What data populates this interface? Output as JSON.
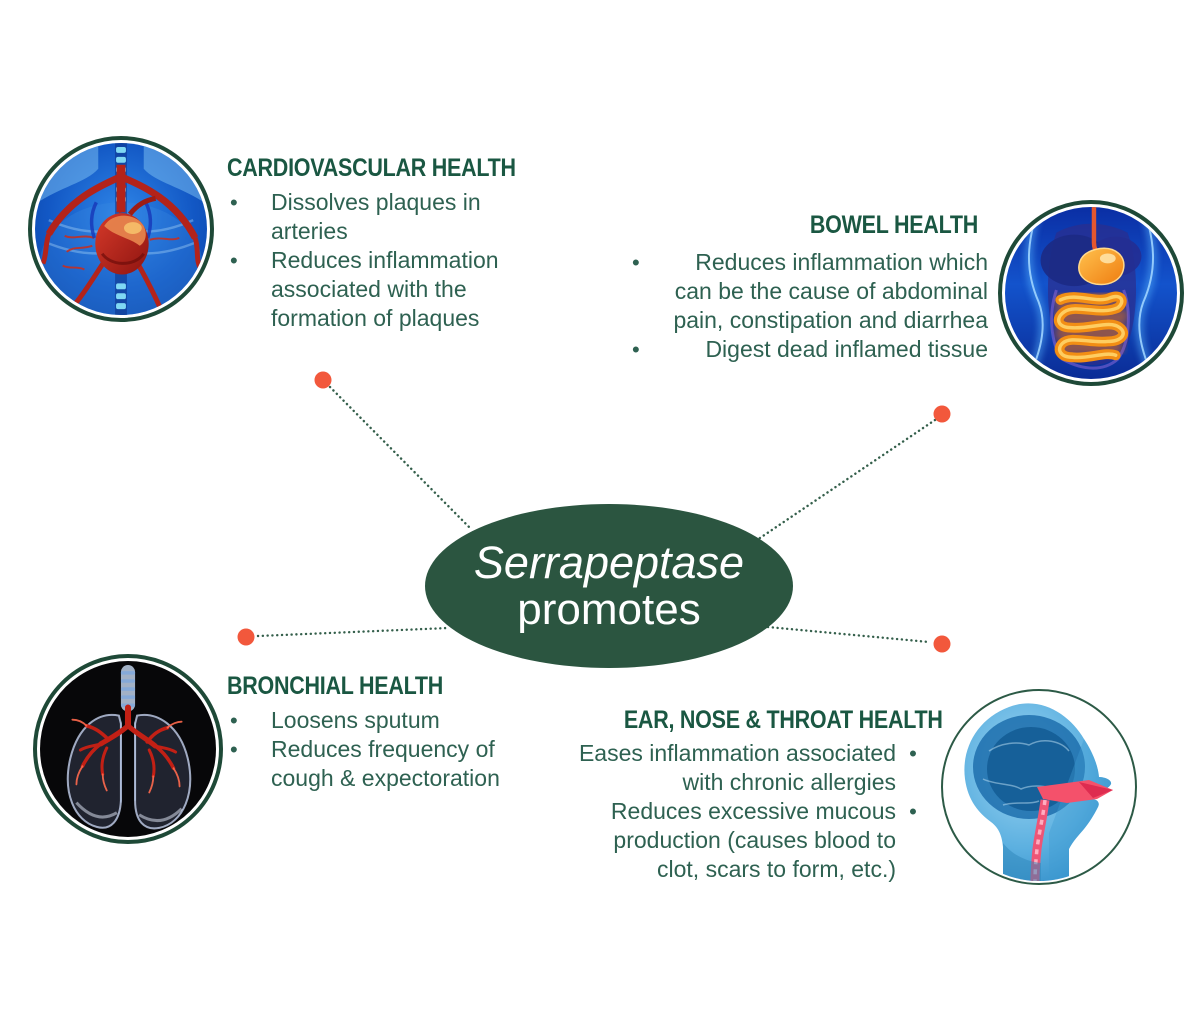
{
  "center_ellipse": {
    "title": "Serrapeptase",
    "subtitle": "promotes"
  },
  "sections": [
    {
      "id": "cardiovascular",
      "title": "CARDIOVASCULAR HEALTH",
      "bullets": [
        "Dissolves plaques in arteries",
        "Reduces inflammation associated with the formation of plaques"
      ],
      "image": "chest-heart-scan-illustration"
    },
    {
      "id": "bowel",
      "title": "BOWEL HEALTH",
      "bullets": [
        "Reduces inflammation which can be the cause of abdominal pain, constipation and diarrhea",
        "Digest dead inflamed tissue"
      ],
      "image": "abdomen-intestines-scan-illustration"
    },
    {
      "id": "bronchial",
      "title": "BRONCHIAL HEALTH",
      "bullets": [
        "Loosens sputum",
        "Reduces frequency of cough & expectoration"
      ],
      "image": "lungs-xray-illustration"
    },
    {
      "id": "ent",
      "title": "EAR, NOSE & THROAT HEALTH",
      "bullets": [
        "Eases inflammation associated with chronic allergies",
        "Reduces excessive mucous production (causes blood to clot, scars to form, etc.)"
      ],
      "image": "head-sinus-scan-illustration"
    }
  ],
  "ui": {
    "bullet_char": "•"
  },
  "colors": {
    "ellipse_green": "#2b5540",
    "title_green": "#1a5742",
    "body_green": "#2e6151",
    "connector_green": "#345f4b",
    "dot_orange": "#f2583c",
    "ring_green": "#1e4937",
    "background": "#ffffff"
  }
}
